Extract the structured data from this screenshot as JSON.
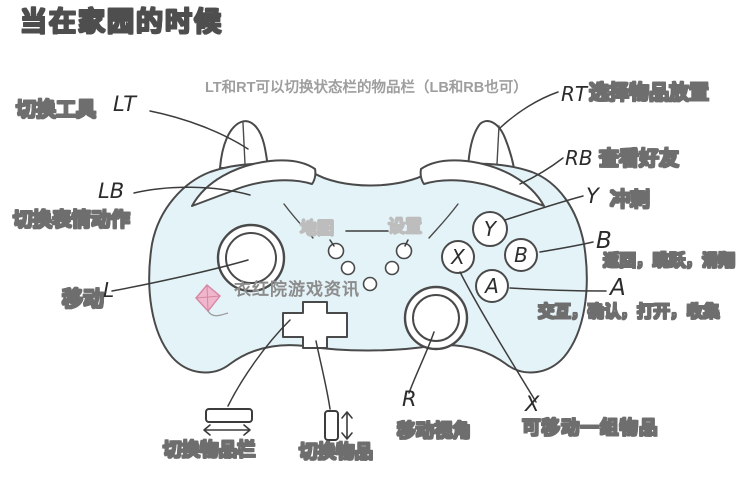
{
  "title": "当在家园的时候",
  "top_note": "LT和RT可以切换状态栏的物品栏（LB和RB也可）",
  "watermark": {
    "text": "衣红院游戏资讯",
    "kite_color": "#f0b6cb"
  },
  "controller": {
    "body_color": "#e4f3f8",
    "line_color": "#4a4a4a",
    "buttons": {
      "y": "Y",
      "x": "X",
      "b": "B",
      "a": "A"
    }
  },
  "labels": {
    "lt_key": "LT",
    "lt_action": "切换工具",
    "lb_key": "LB",
    "lb_action": "切换表情动作",
    "l_key": "L",
    "l_action": "移动",
    "rt_key": "RT",
    "rt_action": "选择物品放置",
    "rb_key": "RB",
    "rb_action": "查看好友",
    "y_key": "Y",
    "y_action": "冲刺",
    "b_key": "B",
    "b_action": "返回，跳跃，滑翔",
    "a_key": "A",
    "a_action": "交互，确认，打开，收集",
    "x_key": "X",
    "x_action": "可移动一组物品",
    "r_key": "R",
    "r_action": "移动视角",
    "map": "地图",
    "settings": "设置",
    "dpad_h_action": "切换物品栏",
    "dpad_v_action": "切换物品"
  }
}
